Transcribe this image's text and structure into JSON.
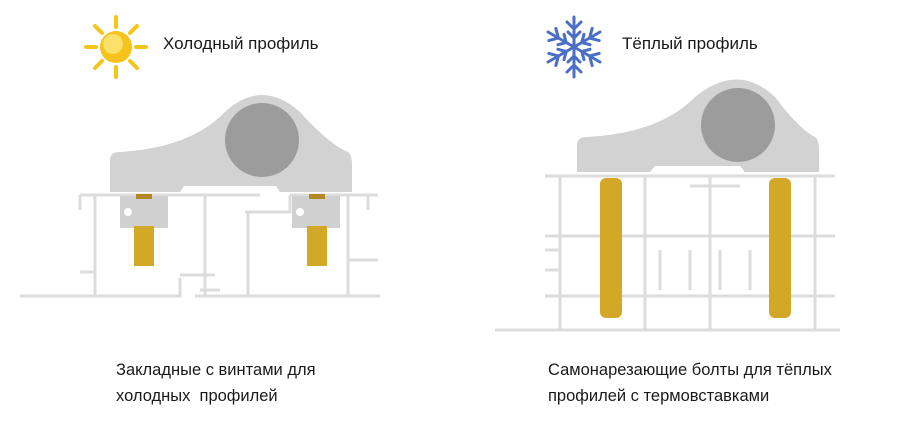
{
  "left_panel": {
    "title": "Холодный профиль",
    "icon": "sun-icon",
    "caption_line1": "Закладные с винтами для",
    "caption_line2": "холодных  профилей"
  },
  "right_panel": {
    "title": "Тёплый профиль",
    "icon": "snowflake-icon",
    "caption_line1": "Самонарезающие болты для тёплых",
    "caption_line2": "профилей с термовставками"
  },
  "colors": {
    "profile": "#d9d9d9",
    "bracket": "#cfcfcf",
    "pipe": "#9a9a9a",
    "screw": "#d4a827",
    "sun": "#f5c518",
    "snow": "#4a6fc4"
  }
}
